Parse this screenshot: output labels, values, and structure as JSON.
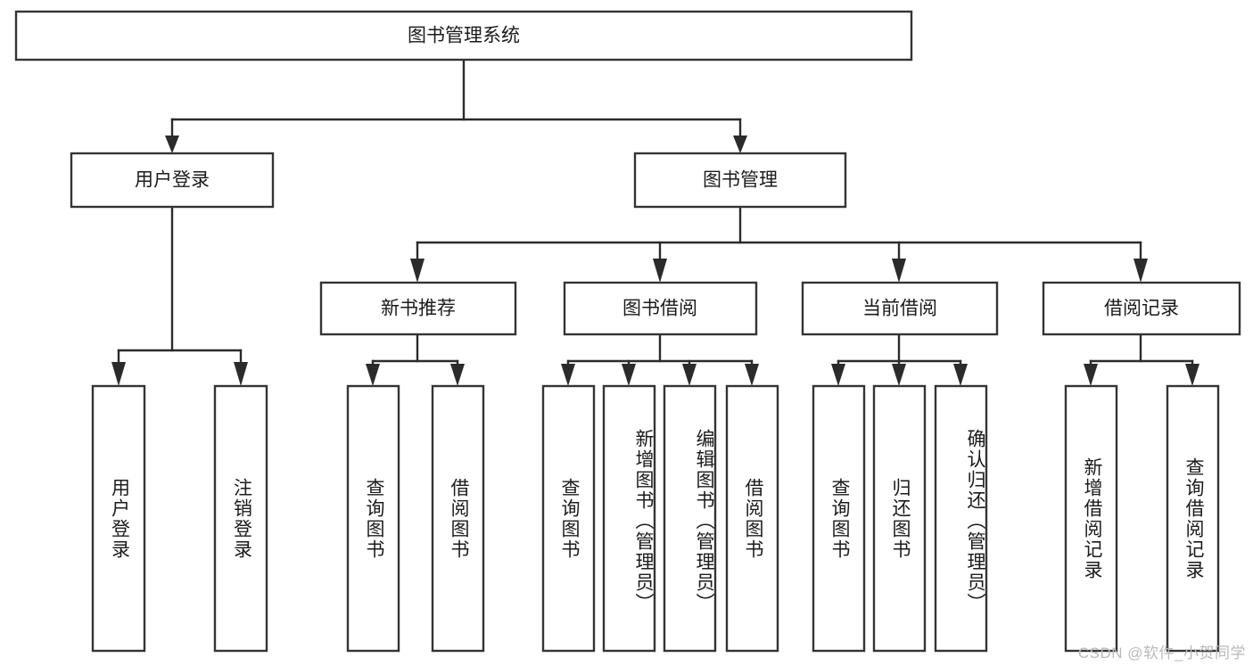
{
  "diagram": {
    "type": "tree-hierarchy",
    "title": "图书管理系统",
    "watermark": "CSDN @软件_小贺同学",
    "colors": {
      "background": "#ffffff",
      "box_stroke": "#343434",
      "edge_stroke": "#2b2b2b",
      "text": "#1b1b1b",
      "watermark": "#b9b9b9"
    },
    "root": {
      "label": "图书管理系统"
    },
    "level2": [
      {
        "label": "用户登录"
      },
      {
        "label": "图书管理"
      }
    ],
    "level3": [
      {
        "label": "新书推荐"
      },
      {
        "label": "图书借阅"
      },
      {
        "label": "当前借阅"
      },
      {
        "label": "借阅记录"
      }
    ],
    "leaves": {
      "user_login": [
        {
          "label": "用户登录"
        },
        {
          "label": "注销登录"
        }
      ],
      "new_book_recommend": [
        {
          "label": "查询图书"
        },
        {
          "label": "借阅图书"
        }
      ],
      "book_borrow": [
        {
          "label": "查询图书"
        },
        {
          "label": "新增图书（管理员）"
        },
        {
          "label": "编辑图书（管理员）"
        },
        {
          "label": "借阅图书"
        }
      ],
      "current_borrow": [
        {
          "label": "查询图书"
        },
        {
          "label": "归还图书"
        },
        {
          "label": "确认归还（管理员）"
        }
      ],
      "borrow_record": [
        {
          "label": "新增借阅记录"
        },
        {
          "label": "查询借阅记录"
        }
      ]
    }
  }
}
